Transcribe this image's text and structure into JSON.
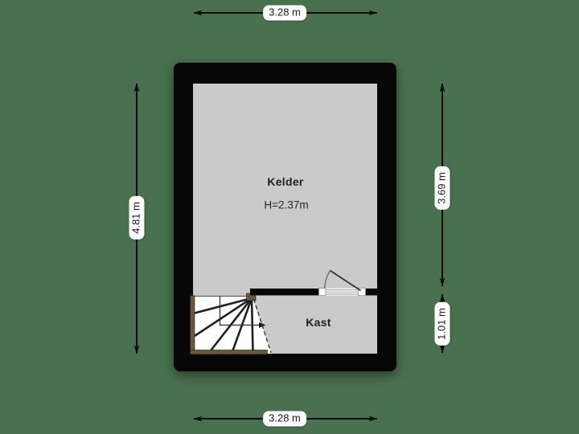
{
  "colors": {
    "background": "#49714F",
    "wall": "#070707",
    "floor": "#CACACA",
    "stair": "#FFFFFF",
    "wood": "#6B573A",
    "label_bg": "#FFFFFF",
    "label_text": "#1A1A1A"
  },
  "rooms": {
    "kelder": {
      "name": "Kelder",
      "height": "H=2.37m"
    },
    "kast": {
      "name": "Kast"
    }
  },
  "dimensions": {
    "top": "3.28 m",
    "bottom": "3.28 m",
    "left": "4.81 m",
    "right_upper": "3.69 m",
    "right_lower": "1.01 m"
  }
}
